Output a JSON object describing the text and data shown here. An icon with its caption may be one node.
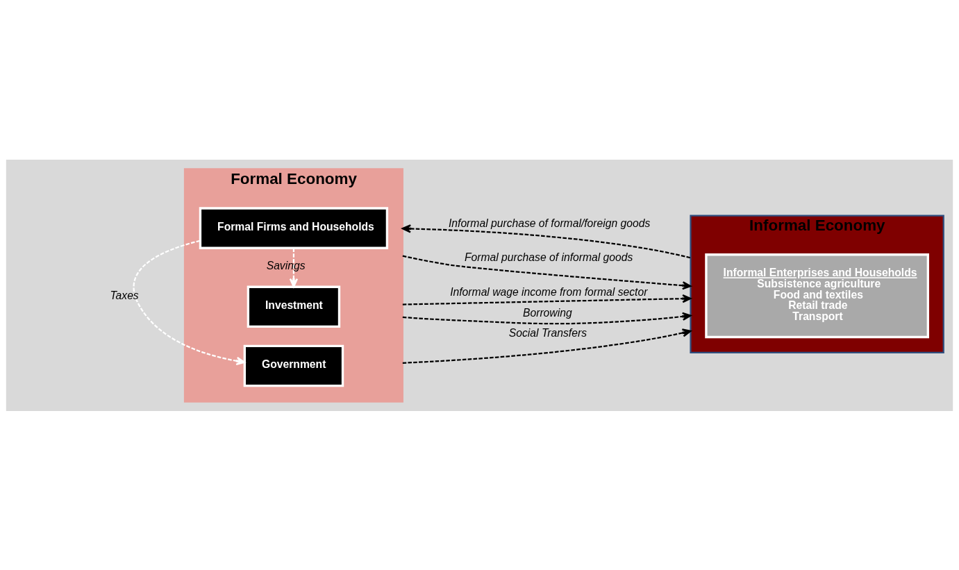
{
  "diagram": {
    "nodes": [
      {
        "text": [
          "Formal Economy"
        ]
      },
      {
        "text": [
          "Formal Firms and Households"
        ],
        "in": 0
      },
      {
        "text": [
          "Investment"
        ],
        "in": 0
      },
      {
        "text": [
          "Government"
        ],
        "in": 0
      },
      {
        "text": [
          "Informal Economy"
        ]
      },
      {
        "text": [
          "Informal Enterprises and Households",
          "Subsistence agriculture",
          "Food and textiles",
          "Retail trade",
          "Transport"
        ],
        "in": 4
      }
    ],
    "edges": [
      {
        "from": 4,
        "to": 0,
        "arrow": "to",
        "label": "Informal purchase of formal/foreign goods",
        "style": "dashed"
      },
      {
        "from": 0,
        "to": 4,
        "arrow": "to",
        "label": "Formal purchase of informal goods",
        "style": "dashed"
      },
      {
        "from": 0,
        "to": 4,
        "arrow": "to",
        "label": "Informal wage income from formal sector",
        "style": "dashed"
      },
      {
        "from": 0,
        "to": 4,
        "arrow": "to",
        "label": "Borrowing",
        "style": "dashed"
      },
      {
        "from": 0,
        "to": 4,
        "arrow": "to",
        "label": "Social Transfers",
        "style": "dashed"
      },
      {
        "from": 1,
        "to": 2,
        "arrow": "to",
        "label": "Savings",
        "style": "dashed",
        "color": "#ffffff"
      },
      {
        "from": 1,
        "to": 3,
        "arrow": "to",
        "label": "Taxes",
        "style": "dashed",
        "color": "#ffffff"
      }
    ]
  }
}
